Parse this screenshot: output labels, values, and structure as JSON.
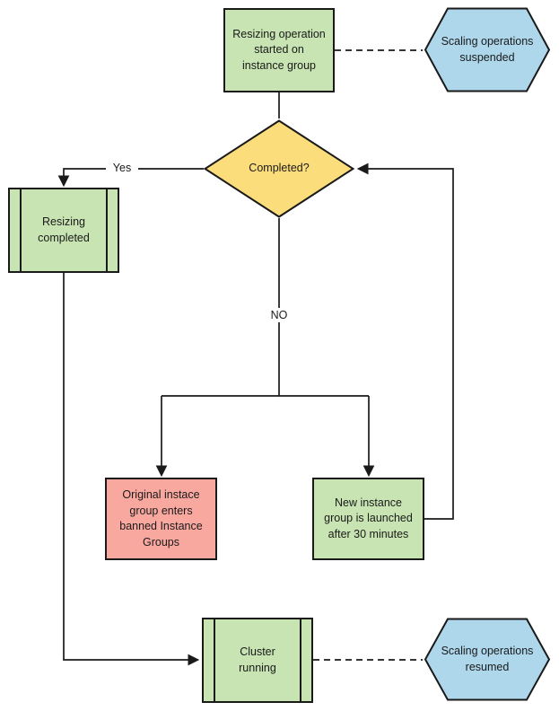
{
  "colors": {
    "green": "#c8e4b2",
    "yellow": "#fcdd7c",
    "pink": "#f9a8a0",
    "blue": "#aed7ec",
    "border": "#1a1a1a",
    "line": "#1a1a1a",
    "text": "#1a1a1a"
  },
  "nodes": {
    "start": {
      "type": "process",
      "label": "Resizing operation\nstarted on\ninstance group"
    },
    "suspended": {
      "type": "hexagon",
      "label": "Scaling operations\nsuspended"
    },
    "decision": {
      "type": "decision",
      "label": "Completed?"
    },
    "resizing_completed": {
      "type": "predefined-process",
      "label": "Resizing\ncompleted"
    },
    "banned": {
      "type": "process",
      "label": "Original instace\ngroup enters\nbanned Instance\nGroups"
    },
    "new_group": {
      "type": "process",
      "label": "New instance\ngroup is launched\nafter 30 minutes"
    },
    "cluster_running": {
      "type": "predefined-process",
      "label": "Cluster\nrunning"
    },
    "resumed": {
      "type": "hexagon",
      "label": "Scaling operations\nresumed"
    }
  },
  "edge_labels": {
    "yes": "Yes",
    "no": "NO"
  }
}
